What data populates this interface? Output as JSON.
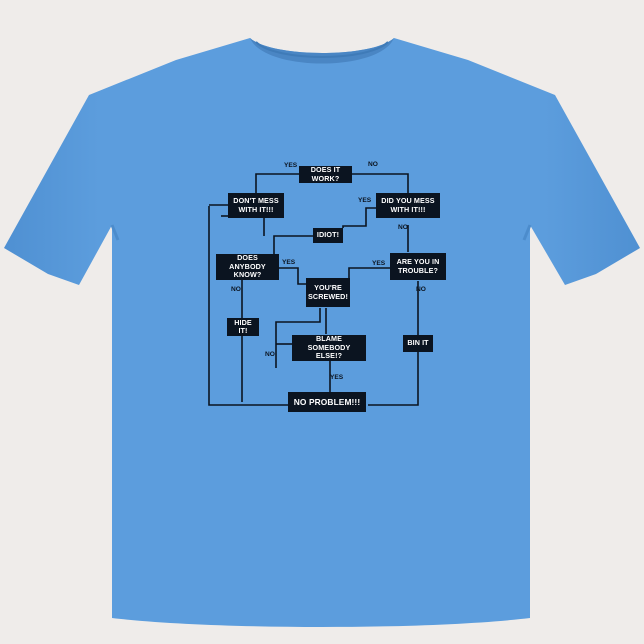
{
  "colors": {
    "shirt": "#5b9cdc",
    "shirt_shade": "#4c8ccc",
    "ink": "#0b1420",
    "background": "#efecea"
  },
  "flowchart": {
    "nodes": {
      "does_it_work": "DOES IT WORK?",
      "dont_mess": "DON'T MESS\nWITH IT!!!",
      "did_you_mess": "DID YOU MESS\nWITH IT!!!",
      "idiot": "IDIOT!",
      "does_anybody_know": "DOES ANYBODY\nKNOW?",
      "are_you_in_trouble": "ARE YOU IN\nTROUBLE?",
      "youre_screwed": "YOU'RE\nSCREWED!",
      "hide_it": "HIDE IT!",
      "blame": "BLAME\nSOMEBODY ELSE!?",
      "bin_it": "BIN IT",
      "no_problem": "NO PROBLEM!!!"
    },
    "labels": {
      "yes_work": "YES",
      "no_work": "NO",
      "yes_mess": "YES",
      "no_mess": "NO",
      "yes_know": "YES",
      "no_know": "NO",
      "yes_trouble": "YES",
      "no_trouble": "NO",
      "no_blame": "NO",
      "yes_blame": "YES"
    }
  }
}
